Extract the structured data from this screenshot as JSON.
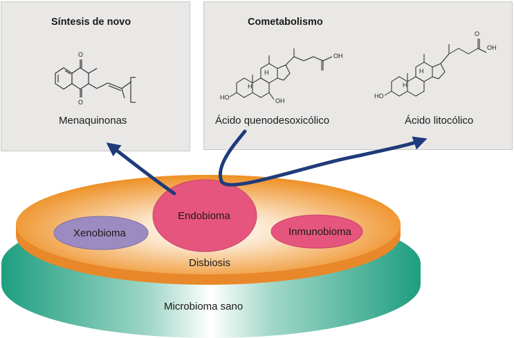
{
  "panels": {
    "left": {
      "title": "Síntesis de novo",
      "compound": "Menaquinonas"
    },
    "right": {
      "title": "Cometabolismo",
      "compound_a": "Ácido quenodesoxicólico",
      "compound_b": "Ácido litocólico"
    }
  },
  "discs": {
    "inner_circle": "Endobioma",
    "left_ellipse": "Xenobioma",
    "right_ellipse": "Inmunobioma",
    "orange_disc": "Disbiosis",
    "green_disc": "Microbioma sano"
  },
  "molecule_atoms": {
    "oxygen": "O",
    "hydroxyl_left": "HO",
    "hydroxyl_right": "OH",
    "acid": "OH",
    "hydrogen": "H"
  },
  "colors": {
    "panel_bg": "#e9e8e6",
    "arrow": "#1f3b7a",
    "green_disc": "#2fa88c",
    "orange_disc": "#f0962e",
    "endobioma": "#e6557e",
    "xenobioma": "#9c8bc1",
    "inmunobioma": "#e6557e"
  }
}
